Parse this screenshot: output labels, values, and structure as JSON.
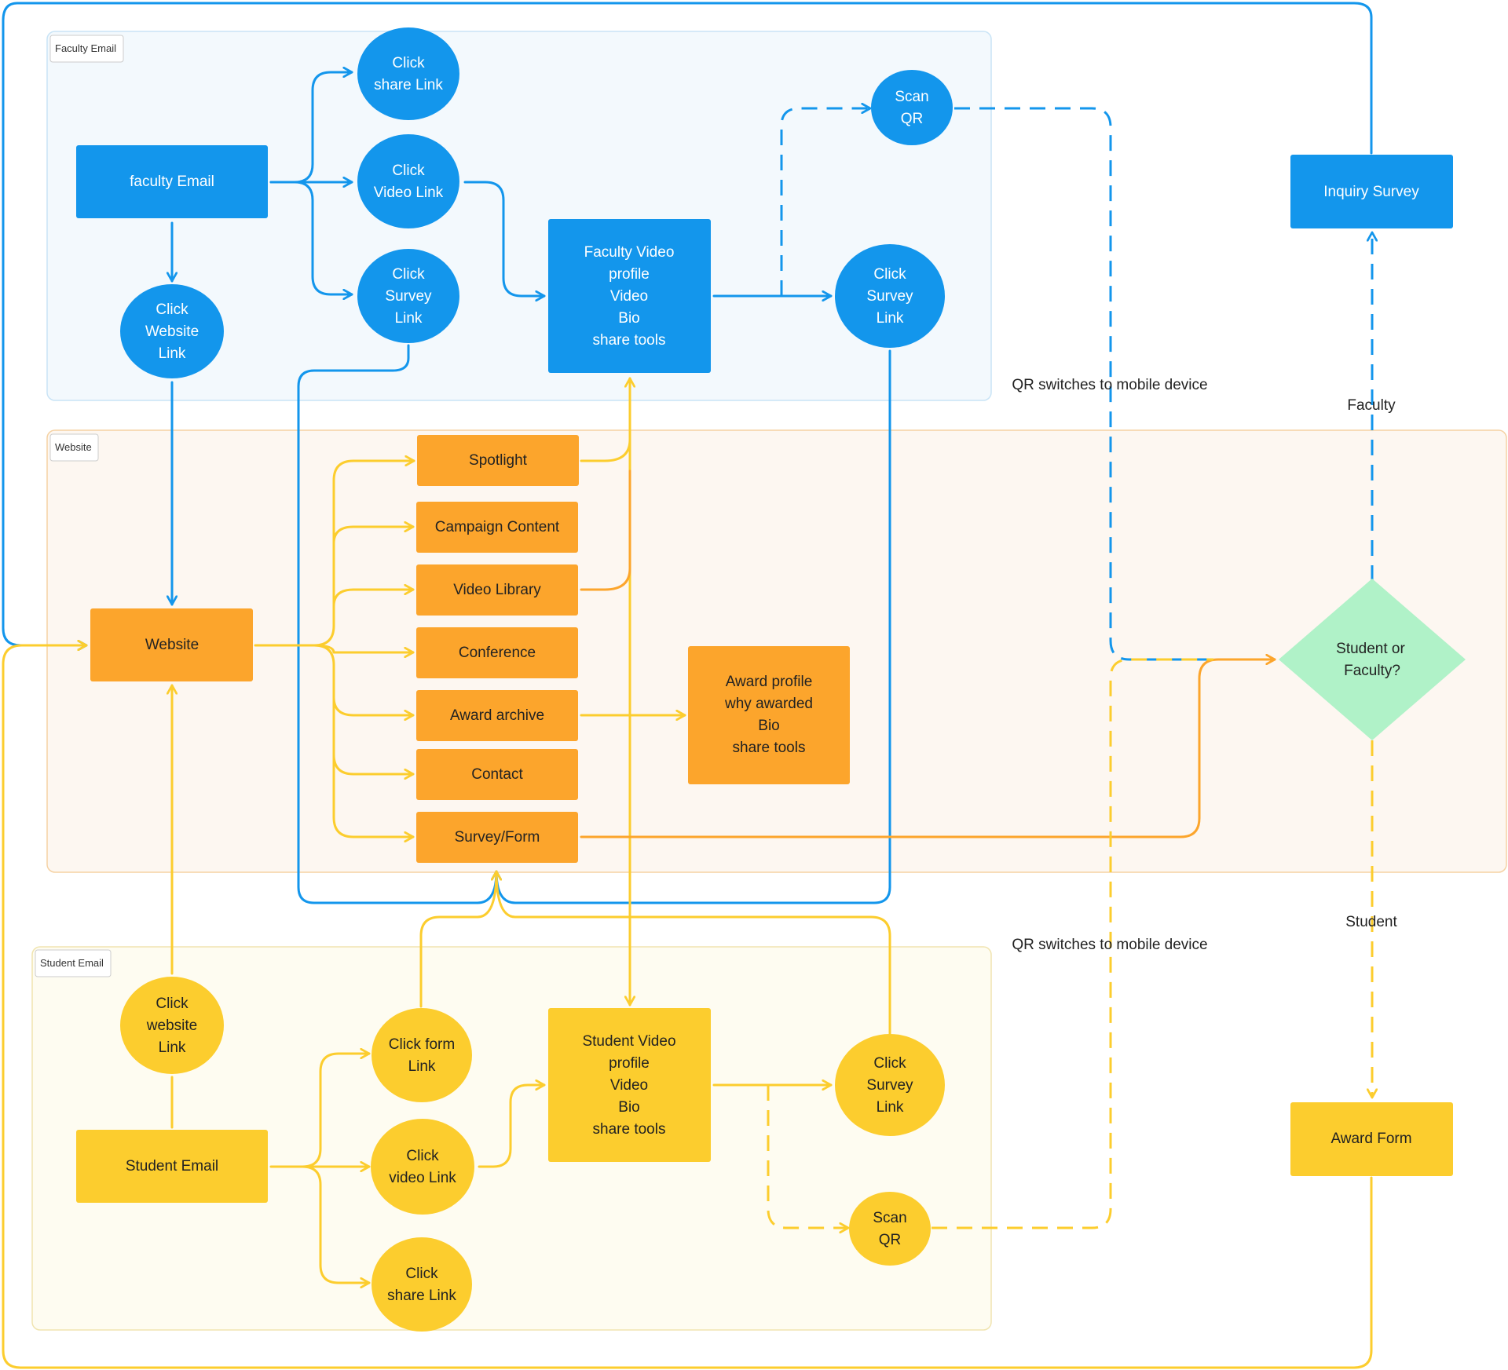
{
  "colors": {
    "blue": "#1396ec",
    "orange": "#fca52c",
    "yellow": "#fccd2e",
    "green": "#b0f2c8",
    "blue_group_fill": "#f3f9fd",
    "blue_group_stroke": "#c9e4f6",
    "orange_group_fill": "#fdf7f1",
    "orange_group_stroke": "#f5d2a4",
    "yellow_group_fill": "#fefcf1",
    "yellow_group_stroke": "#f0e4b0"
  },
  "groups": {
    "faculty": "Faculty Email",
    "website": "Website",
    "student": "Student Email"
  },
  "nodes": {
    "faculty_email": "faculty Email",
    "f_share": [
      "Click",
      "share Link"
    ],
    "f_video": [
      "Click",
      "Video Link"
    ],
    "f_survey": [
      "Click",
      "Survey",
      "Link"
    ],
    "f_website": [
      "Click",
      "Website",
      "Link"
    ],
    "f_profile": [
      "Faculty Video",
      "profile",
      "Video",
      "Bio",
      "share tools"
    ],
    "f_scan": [
      "Scan",
      "QR"
    ],
    "f_survey2": [
      "Click",
      "Survey",
      "Link"
    ],
    "inquiry": "Inquiry Survey",
    "website": "Website",
    "spotlight": "Spotlight",
    "campaign": "Campaign Content",
    "video_library": "Video Library",
    "conference": "Conference",
    "award_archive": "Award archive",
    "contact": "Contact",
    "survey_form": "Survey/Form",
    "award_profile": [
      "Award profile",
      "why awarded",
      "Bio",
      "share tools"
    ],
    "decision": [
      "Student or",
      "Faculty?"
    ],
    "s_website": [
      "Click",
      "website",
      "Link"
    ],
    "student_email": "Student Email",
    "s_form": [
      "Click form",
      "Link"
    ],
    "s_video": [
      "Click",
      "video Link"
    ],
    "s_share": [
      "Click",
      "share Link"
    ],
    "s_profile": [
      "Student Video",
      "profile",
      "Video",
      "Bio",
      "share tools"
    ],
    "s_survey": [
      "Click",
      "Survey",
      "Link"
    ],
    "s_scan": [
      "Scan",
      "QR"
    ],
    "award_form": "Award Form"
  },
  "labels": {
    "qr_top": "QR switches to mobile device",
    "qr_bottom": "QR switches to mobile device",
    "faculty": "Faculty",
    "student": "Student"
  }
}
